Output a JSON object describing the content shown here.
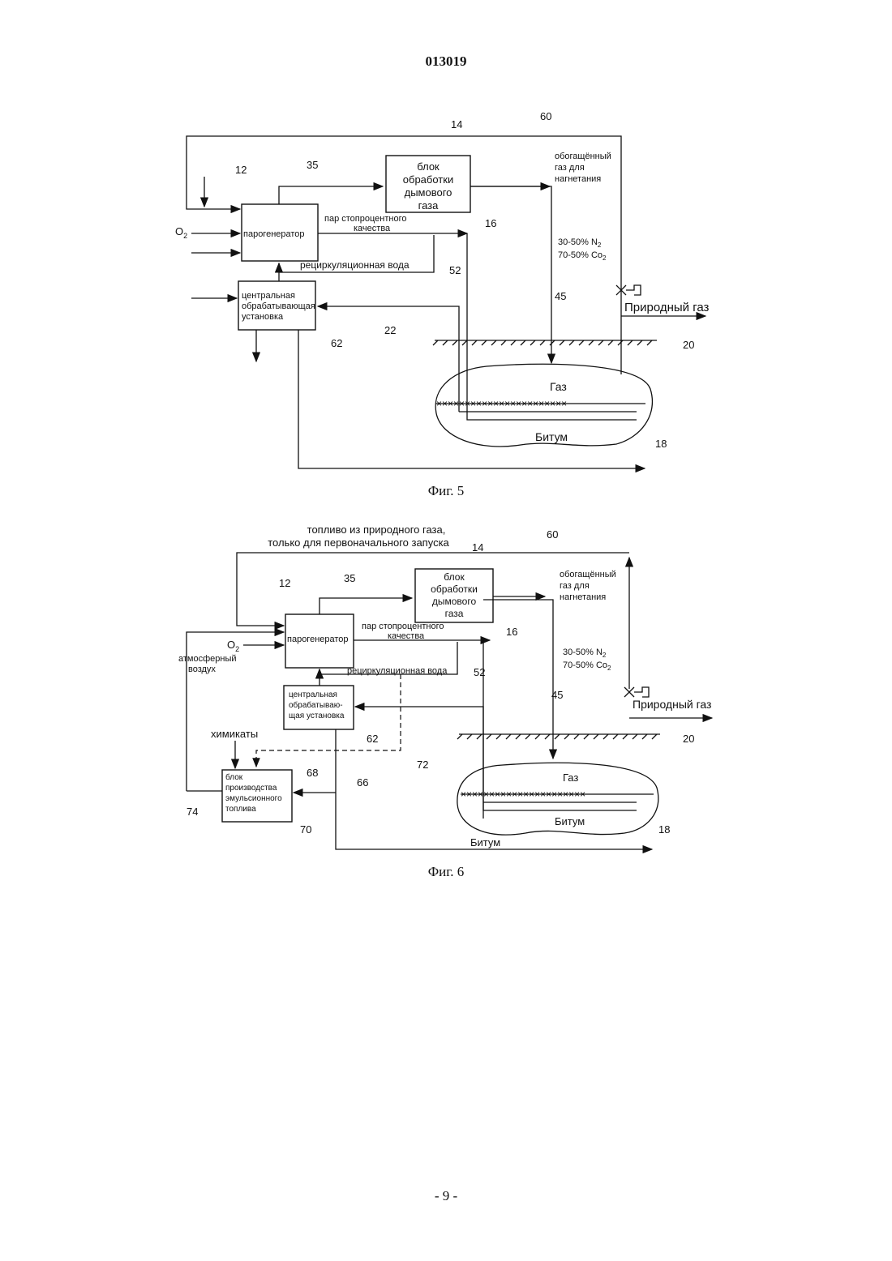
{
  "header": {
    "doc_number": "013019"
  },
  "fig5": {
    "caption": "Фиг. 5",
    "box_steam_generator": "парогенератор",
    "box_flue_gas": [
      "блок",
      "обработки",
      "дымового",
      "газа"
    ],
    "box_central": [
      "центральная",
      "обрабатывающая",
      "установка"
    ],
    "o2": "O",
    "o2_sub": "2",
    "steam_label": [
      "пар стопроцентного",
      "качества"
    ],
    "recirc_water": "рециркуляционная вода",
    "enriched_gas": [
      "обогащённый",
      "газ для",
      "нагнетания"
    ],
    "composition": [
      "30-50% N",
      "70-50% Co"
    ],
    "composition_subs": [
      "2",
      "2"
    ],
    "natural_gas": "Природный газ",
    "gas": "Газ",
    "bitumen": "Битум",
    "refs": {
      "r60": "60",
      "r14": "14",
      "r35": "35",
      "r12": "12",
      "r16": "16",
      "r52": "52",
      "r45": "45",
      "r22": "22",
      "r62": "62",
      "r20": "20",
      "r18": "18"
    }
  },
  "fig6": {
    "caption": "Фиг. 6",
    "fuel_label": [
      "топливо из природного газа,",
      "только для первоначального запуска"
    ],
    "box_steam_generator": "парогенератор",
    "box_flue_gas": [
      "блок",
      "обработки",
      "дымового",
      "газа"
    ],
    "box_central": [
      "центральная",
      "обрабатываю-",
      "щая установка"
    ],
    "box_emulsion": [
      "блок",
      "производства",
      "эмульсионного",
      "топлива"
    ],
    "o2": "O",
    "o2_sub": "2",
    "atm_air": [
      "атмосферный",
      "воздух"
    ],
    "steam_label": [
      "пар стопроцентного",
      "качества"
    ],
    "recirc_water": "рециркуляционная вода",
    "enriched_gas": [
      "обогащённый",
      "газ для",
      "нагнетания"
    ],
    "composition": [
      "30-50% N",
      "70-50% Co"
    ],
    "composition_subs": [
      "2",
      "2"
    ],
    "natural_gas": "Природный газ",
    "chemicals": "химикаты",
    "gas": "Газ",
    "bitumen_inside": "Битум",
    "bitumen_out": "Битум",
    "refs": {
      "r60": "60",
      "r14": "14",
      "r35": "35",
      "r12": "12",
      "r16": "16",
      "r52": "52",
      "r45": "45",
      "r62": "62",
      "r20": "20",
      "r18": "18",
      "r72": "72",
      "r68": "68",
      "r66": "66",
      "r74": "74",
      "r70": "70"
    }
  },
  "footer": {
    "page_number": "- 9 -"
  }
}
